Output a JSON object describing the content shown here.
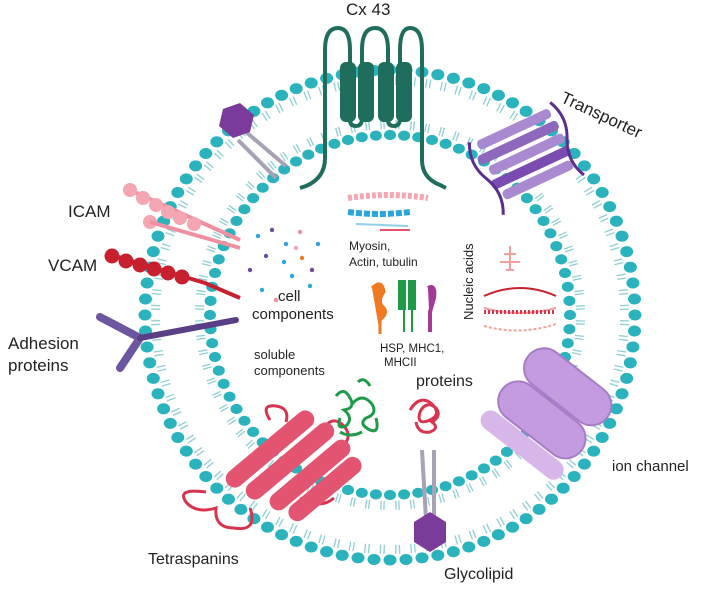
{
  "labels": {
    "cx43": "Cx 43",
    "transporter": "Transporter",
    "icam": "ICAM",
    "vcam": "VCAM",
    "adhesion_line1": "Adhesion",
    "adhesion_line2": "proteins",
    "myosin_line1": "Myosin,",
    "myosin_line2": "Actin, tubulin",
    "nucleic_acids": "Nucleic acids",
    "cell_line1": "cell",
    "cell_line2": "components",
    "hsp_line1": "HSP, MHC1,",
    "hsp_line2": "MHCII",
    "soluble_line1": "soluble",
    "soluble_line2": "components",
    "proteins": "proteins",
    "ion_channel": "ion channel",
    "tetraspanins": "Tetraspanins",
    "glycolipid": "Glycolipid"
  },
  "colors": {
    "lipid_head": "#2ab3bd",
    "lipid_tail": "#8fcfd3",
    "connexin": "#1f6d5c",
    "transporter": "#7a4bb0",
    "icam": "#f08fa0",
    "vcam": "#c7202f",
    "adhesion": "#5a3f86",
    "ion_channel": "#c59be0",
    "tetraspanin": "#e25470",
    "glycolipid_head": "#7a3b9a"
  }
}
